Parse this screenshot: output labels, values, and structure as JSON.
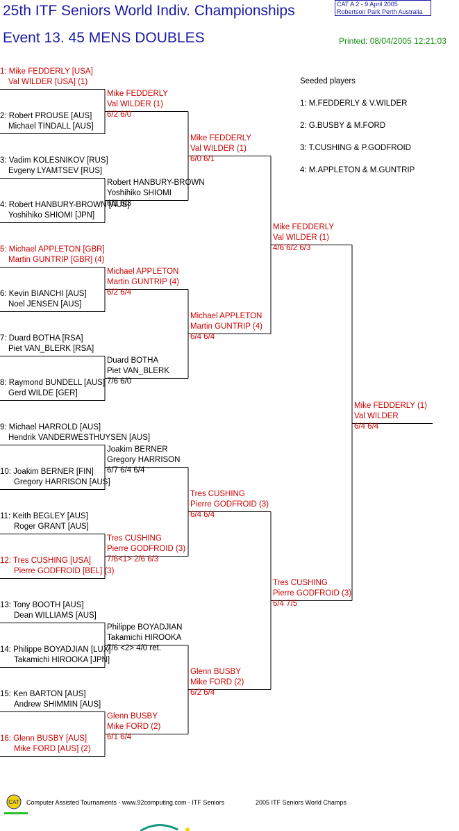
{
  "header": {
    "title": "25th ITF Seniors World Indiv. Championships",
    "event": "Event 13. 45 MENS DOUBLES",
    "cat_line1": "CAT A   2 - 9 April 2005",
    "cat_line2": "Robertson Park Perth   Australia",
    "printed": "Printed: 08/04/2005 12:21:03"
  },
  "draw": [
    {
      "a": "1: Mike FEDDERLY [USA]",
      "b": "Val WILDER [USA] (1)",
      "seeded": true
    },
    {
      "a": "2: Robert PROUSE [AUS]",
      "b": "Michael TINDALL [AUS]",
      "seeded": false
    },
    {
      "a": "3: Vadim KOLESNIKOV [RUS]",
      "b": "Evgeny LYAMTSEV [RUS]",
      "seeded": false
    },
    {
      "a": "4: Robert HANBURY-BROWN [AUS]",
      "b": "Yoshihiko SHIOMI [JPN]",
      "seeded": false
    },
    {
      "a": "5: Michael APPLETON [GBR]",
      "b": "Martin GUNTRIP [GBR] (4)",
      "seeded": true
    },
    {
      "a": "6: Kevin BIANCHI [AUS]",
      "b": "Noel JENSEN [AUS]",
      "seeded": false
    },
    {
      "a": "7: Duard BOTHA [RSA]",
      "b": "Piet VAN_BLERK [RSA]",
      "seeded": false
    },
    {
      "a": "8: Raymond BUNDELL [AUS]",
      "b": "Gerd WILDE [GER]",
      "seeded": false
    },
    {
      "a": "9: Michael HARROLD [AUS]",
      "b": "Hendrik VANDERWESTHUYSEN [AUS]",
      "seeded": false
    },
    {
      "a": "10: Joakim BERNER [FIN]",
      "b": "Gregory HARRISON [AUS]",
      "seeded": false
    },
    {
      "a": "11: Keith BEGLEY [AUS]",
      "b": "Roger GRANT [AUS]",
      "seeded": false
    },
    {
      "a": "12: Tres CUSHING [USA]",
      "b": "Pierre GODFROID [BEL] (3)",
      "seeded": true
    },
    {
      "a": "13: Tony BOOTH [AUS]",
      "b": "Dean WILLIAMS [AUS]",
      "seeded": false
    },
    {
      "a": "14: Philippe BOYADJIAN [LUX]",
      "b": "Takamichi HIROOKA [JPN]",
      "seeded": false
    },
    {
      "a": "15: Ken BARTON [AUS]",
      "b": "Andrew SHIMMIN [AUS]",
      "seeded": false
    },
    {
      "a": "16: Glenn BUSBY [AUS]",
      "b": "Mike FORD [AUS] (2)",
      "seeded": true
    }
  ],
  "round2": [
    {
      "a": "Mike FEDDERLY",
      "b": "Val WILDER (1)",
      "score": "6/2 6/0",
      "seeded": true
    },
    {
      "a": "Robert HANBURY-BROWN",
      "b": "Yoshihiko SHIOMI",
      "score": "6/1 6/3",
      "seeded": false
    },
    {
      "a": "Michael APPLETON",
      "b": "Martin GUNTRIP (4)",
      "score": "6/2 6/4",
      "seeded": true
    },
    {
      "a": "Duard BOTHA",
      "b": "Piet VAN_BLERK",
      "score": "7/6 6/0",
      "seeded": false
    },
    {
      "a": "Joakim BERNER",
      "b": "Gregory HARRISON",
      "score": "6/7 6/4 6/4",
      "seeded": false
    },
    {
      "a": "Tres CUSHING",
      "b": "Pierre GODFROID (3)",
      "score": "7/6<1> 2/6 6/3",
      "seeded": true
    },
    {
      "a": "Philippe BOYADJIAN",
      "b": "Takamichi HIROOKA",
      "score": "7/6 <2> 4/0 ret.",
      "seeded": false
    },
    {
      "a": "Glenn BUSBY",
      "b": "Mike FORD (2)",
      "score": "6/1 6/4",
      "seeded": true
    }
  ],
  "quarterfinals": [
    {
      "a": "Mike FEDDERLY",
      "b": "Val WILDER (1)",
      "score": "6/0 6/1"
    },
    {
      "a": "Michael APPLETON",
      "b": "Martin GUNTRIP (4)",
      "score": "6/4 6/4"
    },
    {
      "a": "Tres CUSHING",
      "b": "Pierre GODFROID (3)",
      "score": "6/4 6/4"
    },
    {
      "a": "Glenn BUSBY",
      "b": "Mike FORD (2)",
      "score": "6/2 6/4"
    }
  ],
  "semifinals": [
    {
      "a": "Mike FEDDERLY",
      "b": "Val WILDER (1)",
      "score": "4/6 6/2 6/3"
    },
    {
      "a": "Tres CUSHING",
      "b": "Pierre GODFROID (3)",
      "score": "6/4 7/5"
    }
  ],
  "final": {
    "a": "Mike FEDDERLY (1)",
    "b": "Val WILDER",
    "score": "6/4 6/4"
  },
  "seeds": {
    "heading": "Seeded players",
    "items": [
      "1: M.FEDDERLY & V.WILDER",
      "2: G.BUSBY & M.FORD",
      "3: T.CUSHING & P.GODFROID",
      "4: M.APPLETON & M.GUNTRIP"
    ]
  },
  "footer": {
    "logo": "CAT",
    "credit": "Computer Assisted Tournaments - www.92computing.com -  ITF Seniors",
    "event_name": "2005 ITF Seniors World Champs"
  },
  "colors": {
    "title": "#1a1aa6",
    "winner": "#cc0000",
    "printed": "#148c14",
    "logo": "#f2d200"
  }
}
